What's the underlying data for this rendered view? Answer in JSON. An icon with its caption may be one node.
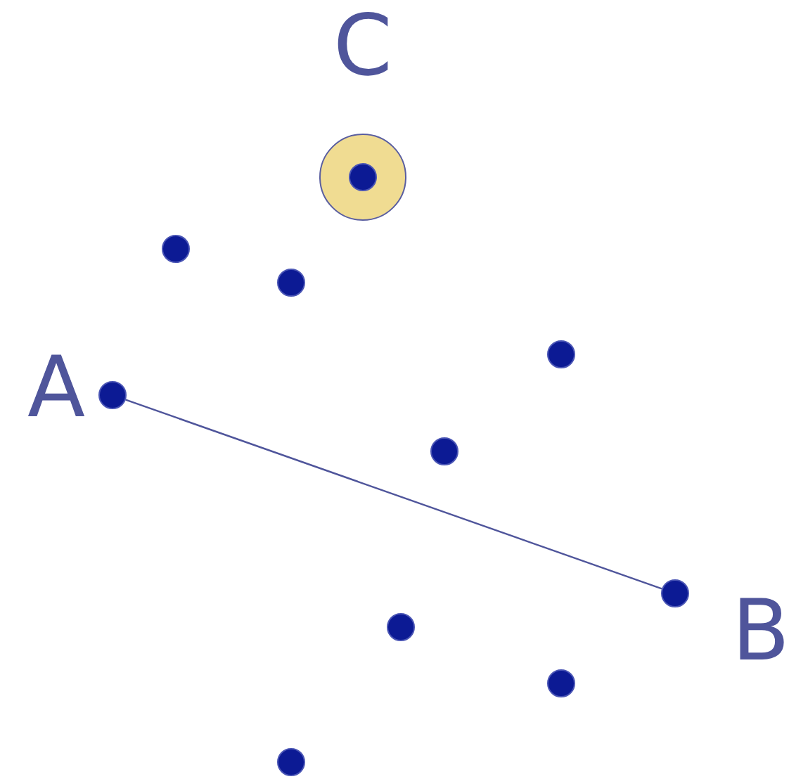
{
  "diagram": {
    "nodes": [
      {
        "text": [],
        "shape": "circle",
        "beside": [
          "C"
        ]
      },
      {
        "text": [],
        "shape": "circle",
        "in": 0
      },
      {
        "text": [],
        "shape": "circle"
      },
      {
        "text": [],
        "shape": "circle"
      },
      {
        "text": [],
        "shape": "circle"
      },
      {
        "text": [],
        "shape": "circle",
        "beside": [
          "A"
        ]
      },
      {
        "text": [],
        "shape": "circle"
      },
      {
        "text": [],
        "shape": "circle",
        "beside": [
          "B"
        ]
      },
      {
        "text": [],
        "shape": "circle"
      },
      {
        "text": [],
        "shape": "circle"
      },
      {
        "text": [],
        "shape": "circle"
      }
    ],
    "edges": [
      {
        "from": 5,
        "to": 7,
        "arrow": "none"
      }
    ]
  }
}
